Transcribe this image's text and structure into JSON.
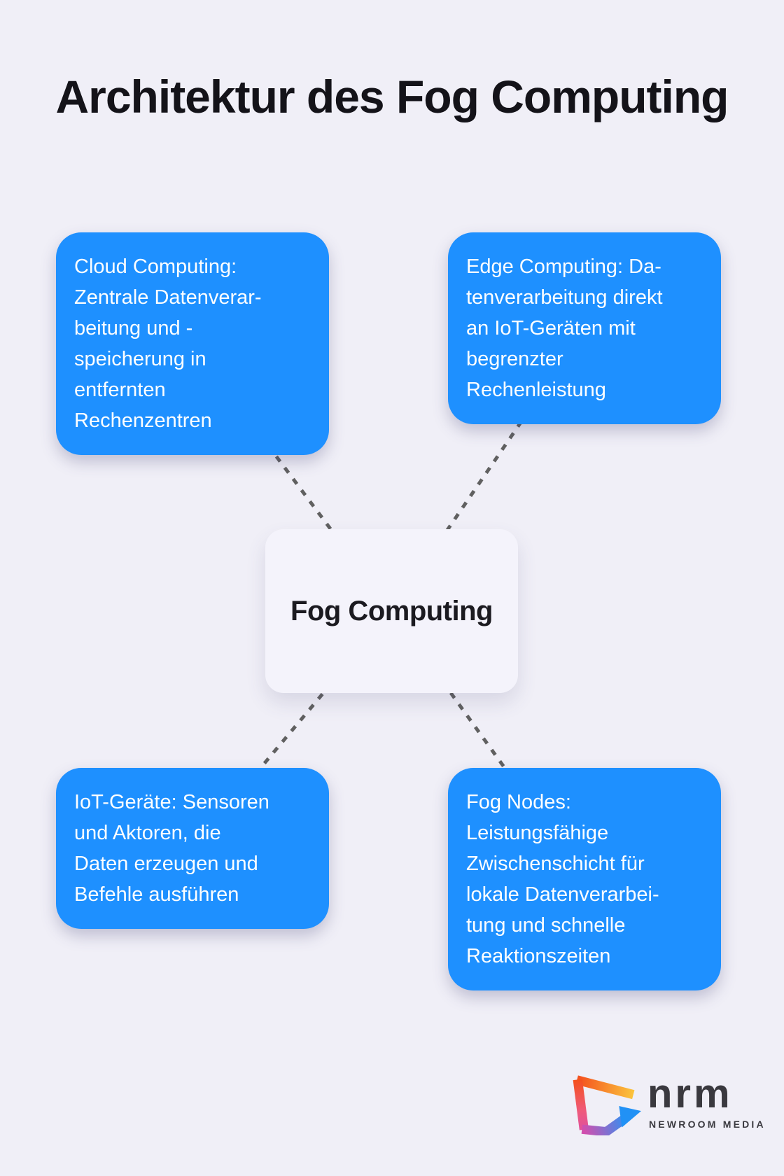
{
  "page": {
    "title": "Architektur des Fog Computing",
    "background_color": "#f0eff7"
  },
  "colors": {
    "node_blue": "#1e90ff",
    "node_text": "#fdfeff",
    "center_node_bg": "#f4f3fb",
    "title_color": "#141319",
    "connector_gray": "#606060",
    "logo_text_color": "#3a393f"
  },
  "diagram": {
    "center": {
      "label": "Fog Computing"
    },
    "nodes": [
      {
        "id": "cloud-computing",
        "lines": [
          "Cloud Computing:",
          "Zentrale Datenverar-",
          "beitung und -",
          "speicherung in",
          "entfernten",
          "Rechenzentren"
        ]
      },
      {
        "id": "edge-computing",
        "lines": [
          "Edge Computing: Da-",
          "tenverarbeitung direkt",
          "an IoT-Geräten mit",
          "begrenzter",
          "Rechenleistung"
        ]
      },
      {
        "id": "iot-devices",
        "lines": [
          "IoT-Geräte: Sensoren",
          "und Aktoren, die",
          "Daten erzeugen und",
          "Befehle ausführen"
        ]
      },
      {
        "id": "fog-nodes",
        "lines": [
          "Fog Nodes:",
          "Leistungsfähige",
          "Zwischenschicht für",
          "lokale Datenverarbei-",
          "tung und schnelle",
          "Reaktionszeiten"
        ]
      }
    ]
  },
  "logo": {
    "brand": "nrm",
    "subtitle": "NEWROOM MEDIA"
  }
}
